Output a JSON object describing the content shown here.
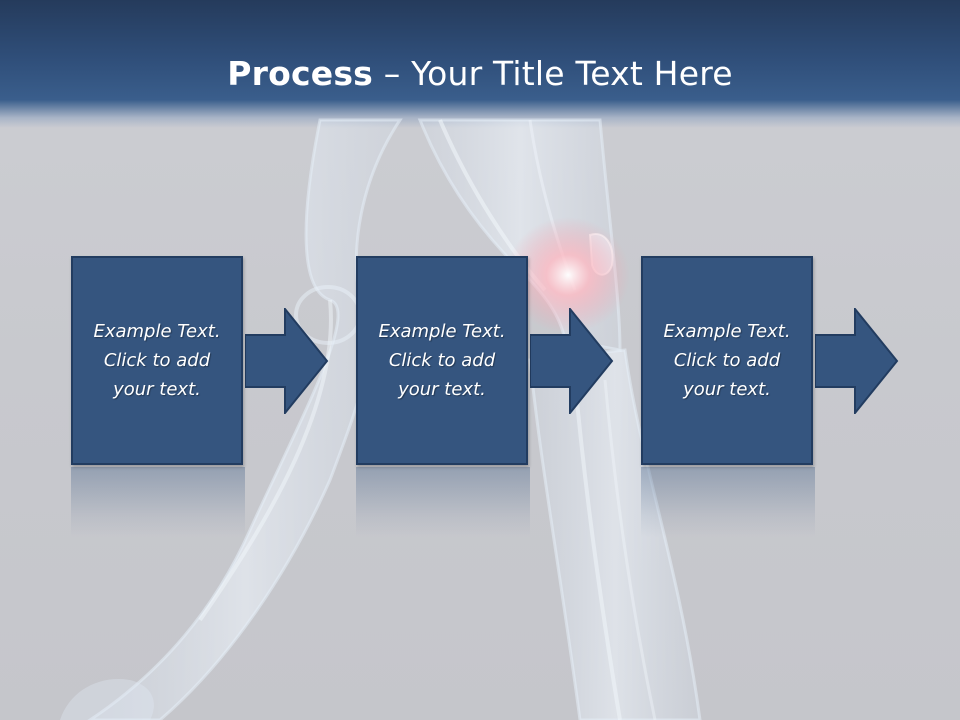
{
  "slide": {
    "title_bold": "Process",
    "title_rest": " – Your Title Text Here"
  },
  "steps": [
    {
      "text": "Example Text.\nClick  to add\nyour text."
    },
    {
      "text": "Example Text.\nClick  to add\nyour text."
    },
    {
      "text": "Example Text.\nClick  to add\nyour text."
    }
  ],
  "colors": {
    "header": "#2f4e79",
    "box_fill": "#35557f",
    "box_border": "#223c60",
    "background": "#c8c9ce"
  },
  "icons": [
    "right-arrow-icon",
    "right-arrow-icon",
    "right-arrow-icon"
  ]
}
